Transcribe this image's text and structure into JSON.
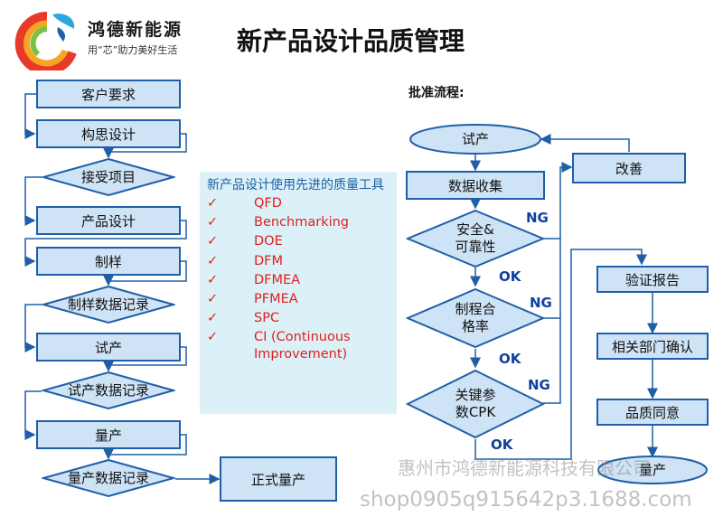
{
  "logo": {
    "brand": "鸿德新能源",
    "slogan": "用“芯”助力美好生活"
  },
  "page_title": "新产品设计品质管理",
  "left_flow": {
    "customer_req": "客户要求",
    "concept_design": "构思设计",
    "accept_project": "接受项目",
    "product_design": "产品设计",
    "sample_making": "制样",
    "sample_record": "制样数据记录",
    "trial_production": "试产",
    "trial_record": "试产数据记录",
    "mass_production": "量产",
    "mass_record": "量产数据记录",
    "formal_mass_production": "正式量产"
  },
  "tools_panel": {
    "heading": "新产品设计使用先进的质量工具",
    "check_mark": "✓",
    "items": [
      "QFD",
      "Benchmarking",
      "DOE",
      "DFM",
      "DFMEA",
      "PFMEA",
      "SPC",
      "CI (Continuous Improvement)"
    ]
  },
  "approval_flow": {
    "heading": "批准流程:",
    "trial": "试产",
    "data_collection": "数据收集",
    "safety": "安全&\n可靠性",
    "process_yield": "制程合\n格率",
    "key_cpk": "关键参\n数CPK",
    "improve": "改善",
    "verification_report": "验证报告",
    "dept_confirm": "相关部门确认",
    "quality_approval": "品质同意",
    "mass_production": "量产",
    "ng": "NG",
    "ok": "OK"
  },
  "watermark": {
    "company": "惠州市鸿德新能源科技有限公司",
    "url": "shop0905q915642p3.1688.com"
  },
  "colors": {
    "box_fill": "#cfe3f7",
    "box_border": "#1f5fa8",
    "tool_text": "#e02020",
    "tag_text": "#1040a0",
    "panel_fill": "#dbf1f7"
  }
}
